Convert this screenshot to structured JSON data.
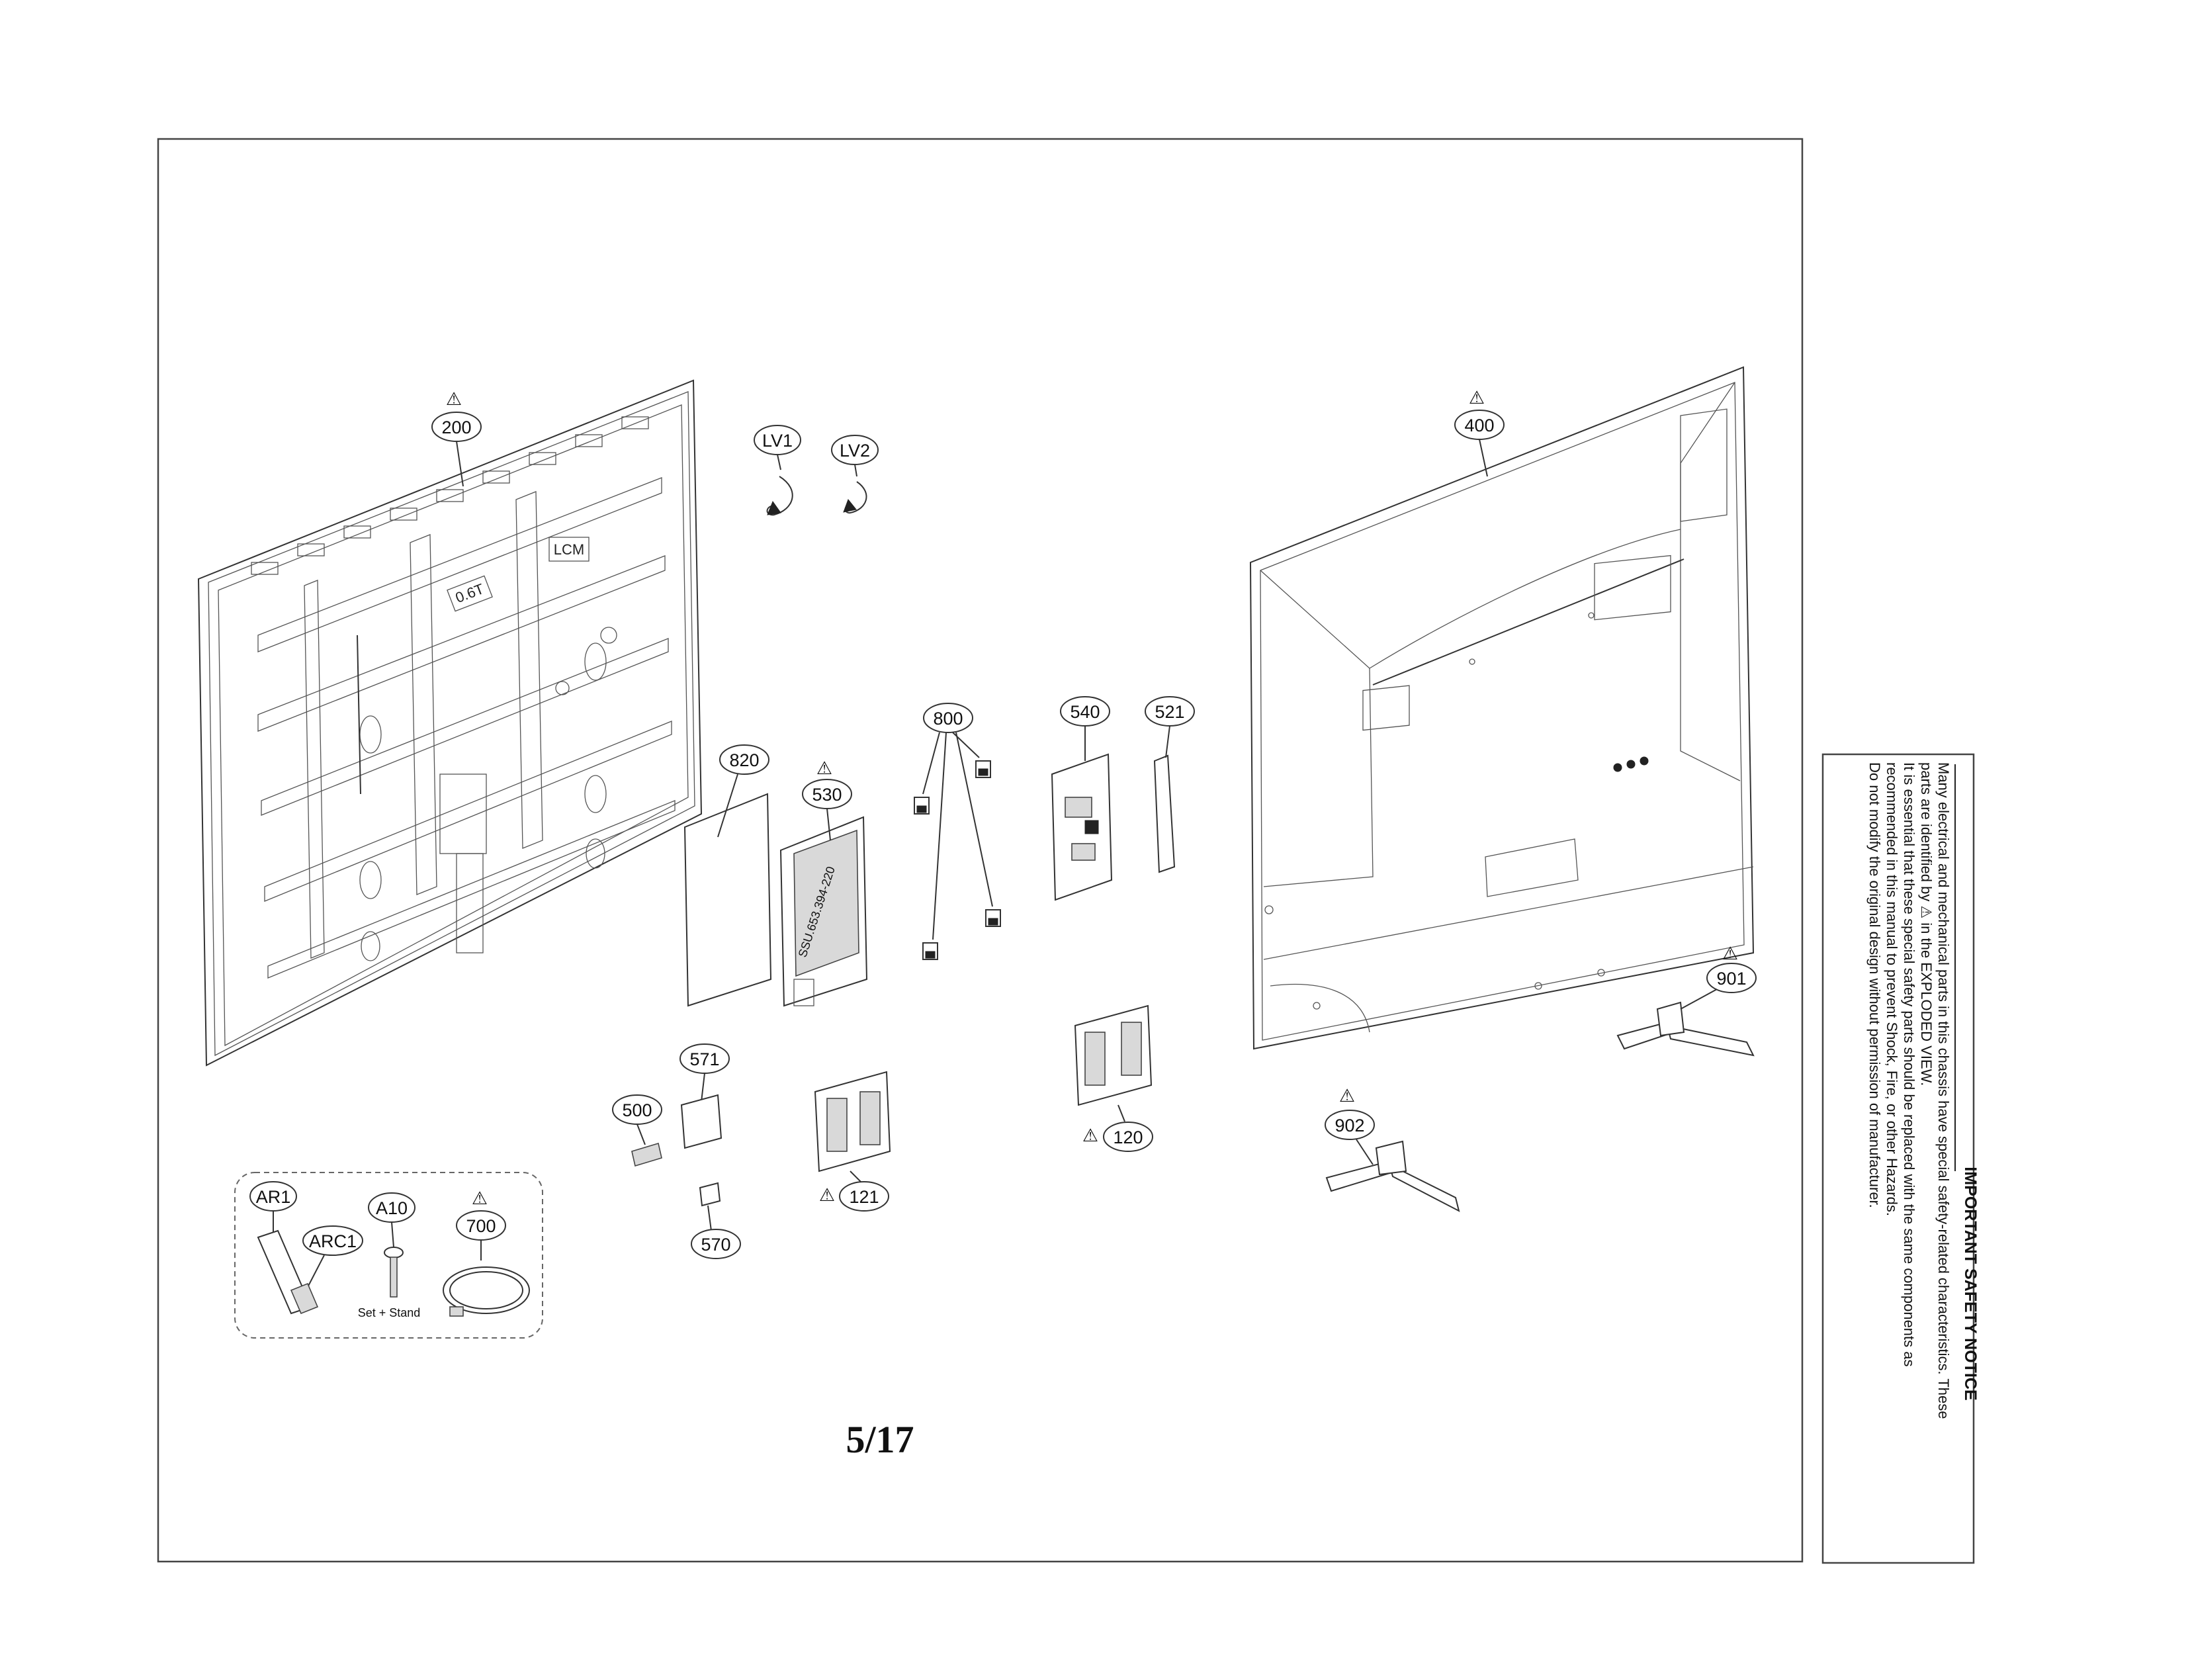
{
  "parts": {
    "p200": "200",
    "lv1": "LV1",
    "lv2": "LV2",
    "p400": "400",
    "p820": "820",
    "p530": "530",
    "p800": "800",
    "p540": "540",
    "p521": "521",
    "p571": "571",
    "p500": "500",
    "p570": "570",
    "p121": "121",
    "p120": "120",
    "p901": "901",
    "p902": "902",
    "ar1": "AR1",
    "arc1": "ARC1",
    "a10": "A10",
    "p700": "700"
  },
  "accessory_caption": "Set + Stand",
  "panel_text": {
    "thickness": "0.6T",
    "module": "LCM"
  },
  "board_text": "SSU.653.394-220",
  "page_number": "5/17",
  "safety_notice": {
    "title": "IMPORTANT SAFETY NOTICE",
    "lines": [
      "Many electrical and mechanical parts in this chassis have special safety-related characteristics. These",
      "parts are identified by ⚠ in the EXPLODED VIEW.",
      "It is essential that these special safety parts should be replaced with the same components as",
      "recommended in this manual to prevent Shock, Fire, or other Hazards.",
      "Do not modify the original design without permission of manufacturer."
    ]
  },
  "warning_symbol": "⚠"
}
